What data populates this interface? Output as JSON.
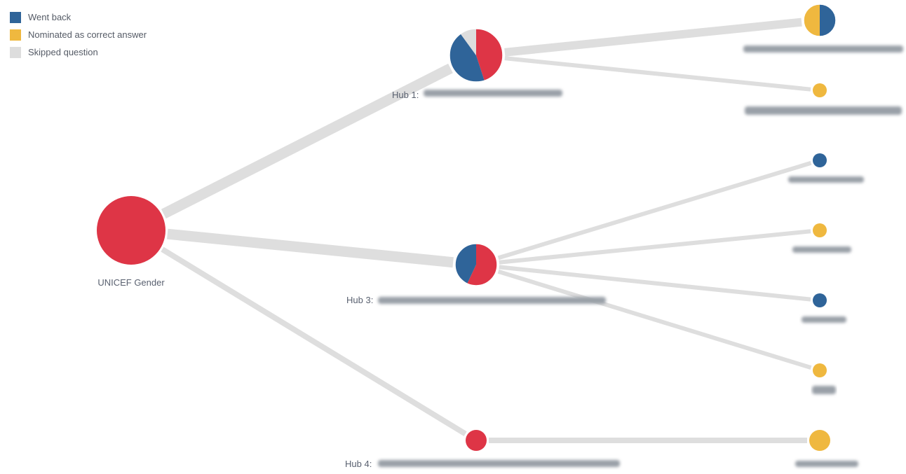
{
  "colors": {
    "went_back": "#2f6499",
    "nominated": "#efb83f",
    "skipped": "#dddddd",
    "root": "#de3546",
    "edge": "#dedede"
  },
  "legend": [
    {
      "key": "went_back",
      "label": "Went back"
    },
    {
      "key": "nominated",
      "label": "Nominated as correct answer"
    },
    {
      "key": "skipped",
      "label": "Skipped question"
    }
  ],
  "nodes": [
    {
      "id": "root",
      "label": "UNICEF Gender",
      "kind": "solid",
      "color": "root"
    },
    {
      "id": "hub1",
      "label": "Hub 1:",
      "kind": "pie",
      "slices": [
        {
          "key": "root",
          "pct": 45
        },
        {
          "key": "went_back",
          "pct": 45
        },
        {
          "key": "skipped",
          "pct": 10
        }
      ]
    },
    {
      "id": "hub3",
      "label": "Hub 3:",
      "kind": "pie",
      "slices": [
        {
          "key": "root",
          "pct": 57
        },
        {
          "key": "went_back",
          "pct": 43
        }
      ]
    },
    {
      "id": "hub4",
      "label": "Hub 4:",
      "kind": "solid",
      "color": "root"
    },
    {
      "id": "leaf1",
      "label": "",
      "kind": "pie",
      "slices": [
        {
          "key": "went_back",
          "pct": 50
        },
        {
          "key": "nominated",
          "pct": 50
        }
      ]
    },
    {
      "id": "leaf2",
      "label": "",
      "kind": "solid",
      "color": "nominated"
    },
    {
      "id": "leaf3",
      "label": "",
      "kind": "solid",
      "color": "went_back"
    },
    {
      "id": "leaf4",
      "label": "",
      "kind": "solid",
      "color": "nominated"
    },
    {
      "id": "leaf5",
      "label": "",
      "kind": "solid",
      "color": "went_back"
    },
    {
      "id": "leaf6",
      "label": "",
      "kind": "solid",
      "color": "nominated"
    },
    {
      "id": "leaf7",
      "label": "",
      "kind": "solid",
      "color": "nominated"
    }
  ],
  "edges": [
    {
      "from": "root",
      "to": "hub1"
    },
    {
      "from": "root",
      "to": "hub3"
    },
    {
      "from": "root",
      "to": "hub4"
    },
    {
      "from": "hub1",
      "to": "leaf1"
    },
    {
      "from": "hub1",
      "to": "leaf2"
    },
    {
      "from": "hub3",
      "to": "leaf3"
    },
    {
      "from": "hub3",
      "to": "leaf4"
    },
    {
      "from": "hub3",
      "to": "leaf5"
    },
    {
      "from": "hub3",
      "to": "leaf6"
    },
    {
      "from": "hub4",
      "to": "leaf7"
    }
  ]
}
